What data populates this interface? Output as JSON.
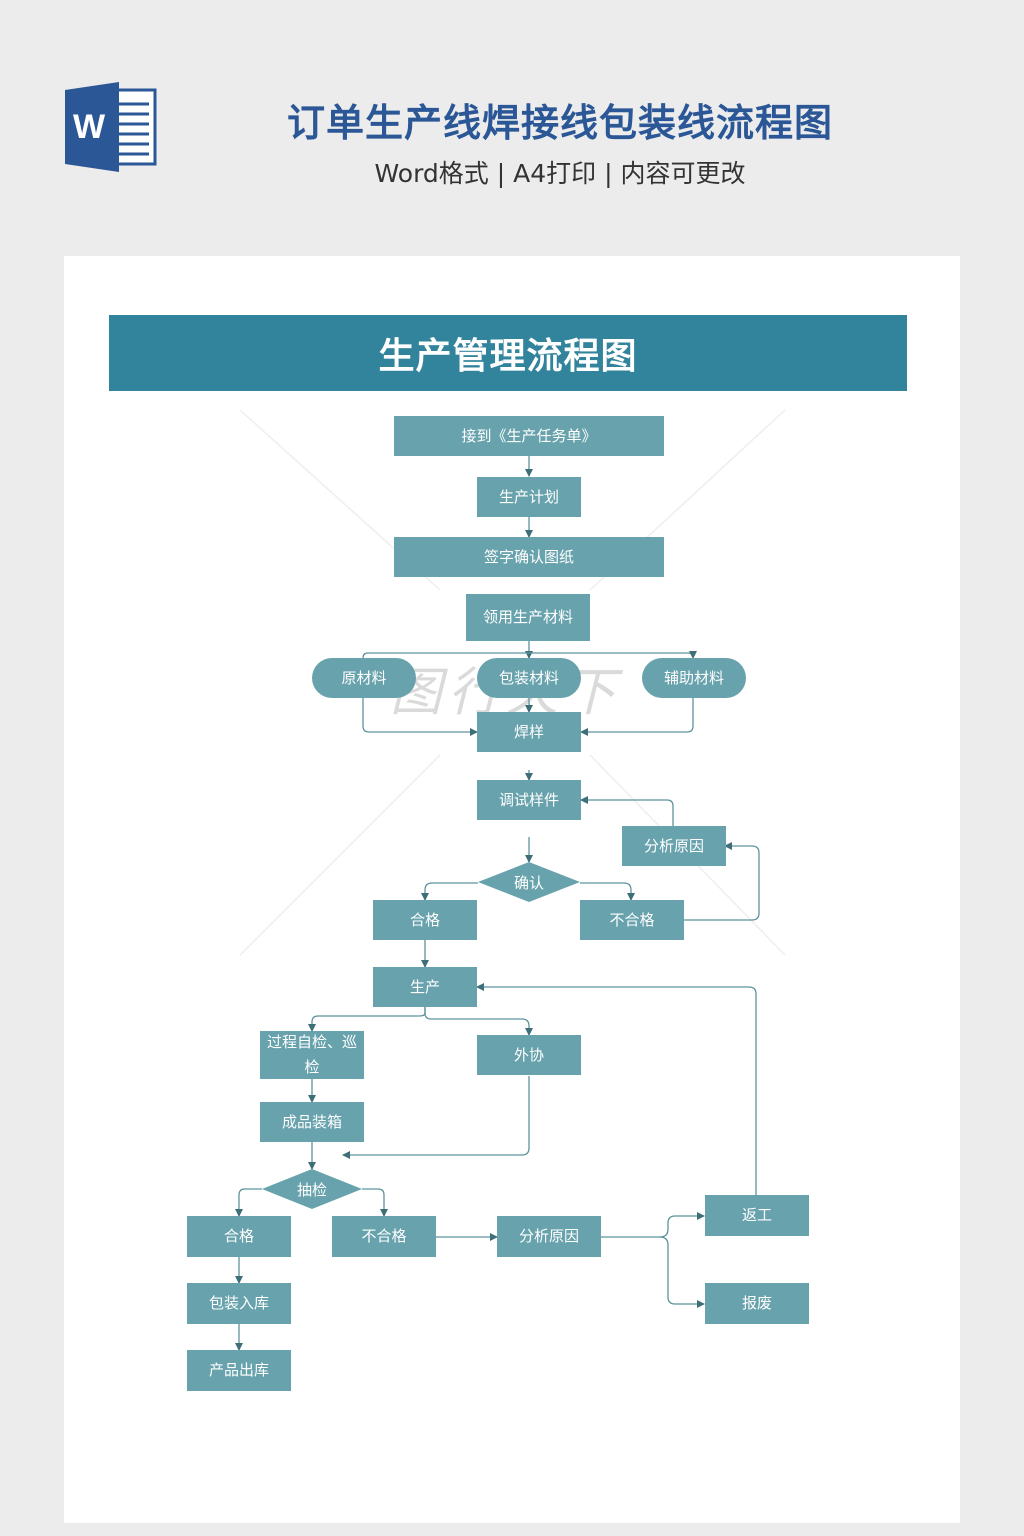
{
  "header": {
    "icon": "word-icon",
    "icon_letter": "W",
    "title": "订单生产线焊接线包装线流程图",
    "subtitle": "Word格式 | A4打印 | 内容可更改"
  },
  "document": {
    "banner_title": "生产管理流程图",
    "watermark": "图行天下"
  },
  "colors": {
    "title_blue": "#2b5797",
    "banner": "#31849b",
    "node": "#67a2ad",
    "connector": "#4e8792"
  },
  "flowchart": {
    "nodes": {
      "receive_order": "接到《生产任务单》",
      "production_plan": "生产计划",
      "sign_drawings": "签字确认图纸",
      "collect_materials": "领用生产材料",
      "raw_materials": "原材料",
      "packaging_materials": "包装材料",
      "auxiliary_materials": "辅助材料",
      "weld_sample": "焊样",
      "debug_sample": "调试样件",
      "analyze_cause_1": "分析原因",
      "confirm": "确认",
      "pass_1": "合格",
      "fail_1": "不合格",
      "production": "生产",
      "process_inspection": "过程自检、巡检",
      "outsourcing": "外协",
      "boxing": "成品装箱",
      "sampling": "抽检",
      "pass_2": "合格",
      "fail_2": "不合格",
      "analyze_cause_2": "分析原因",
      "rework": "返工",
      "scrap": "报废",
      "pack_store": "包装入库",
      "ship_out": "产品出库"
    }
  }
}
